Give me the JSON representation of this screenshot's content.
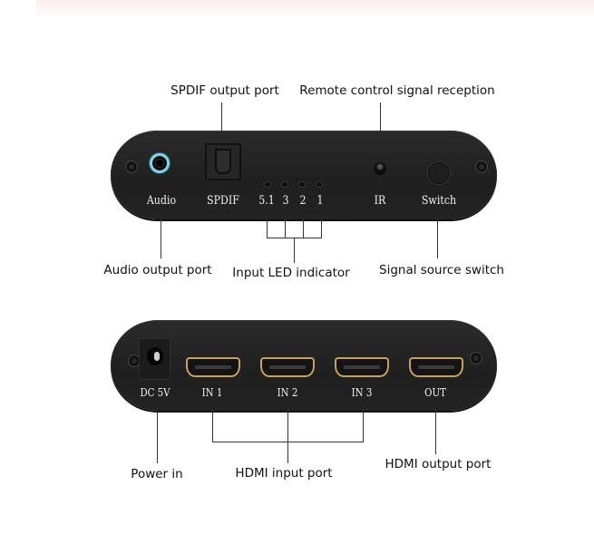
{
  "callouts": {
    "spdif_output_port": "SPDIF output port",
    "remote_control_signal_reception": "Remote control signal reception",
    "audio_output_port": "Audio output port",
    "input_led_indicator": "Input LED indicator",
    "signal_source_switch": "Signal source switch",
    "power_in": "Power in",
    "hdmi_input_port": "HDMI input port",
    "hdmi_output_port": "HDMI output port"
  },
  "front_panel": {
    "labels": {
      "audio": "Audio",
      "spdif": "SPDIF",
      "led_51": "5.1",
      "led_3": "3",
      "led_2": "2",
      "led_1": "1",
      "ir": "IR",
      "switch": "Switch"
    },
    "colors": {
      "body": "#242424",
      "audio_jack_ring": "#7fd6ea"
    }
  },
  "rear_panel": {
    "labels": {
      "dc": "DC 5V",
      "in1": "IN 1",
      "in2": "IN 2",
      "in3": "IN 3",
      "out": "OUT"
    },
    "colors": {
      "hdmi_port_trim": "#c9a15e"
    }
  }
}
